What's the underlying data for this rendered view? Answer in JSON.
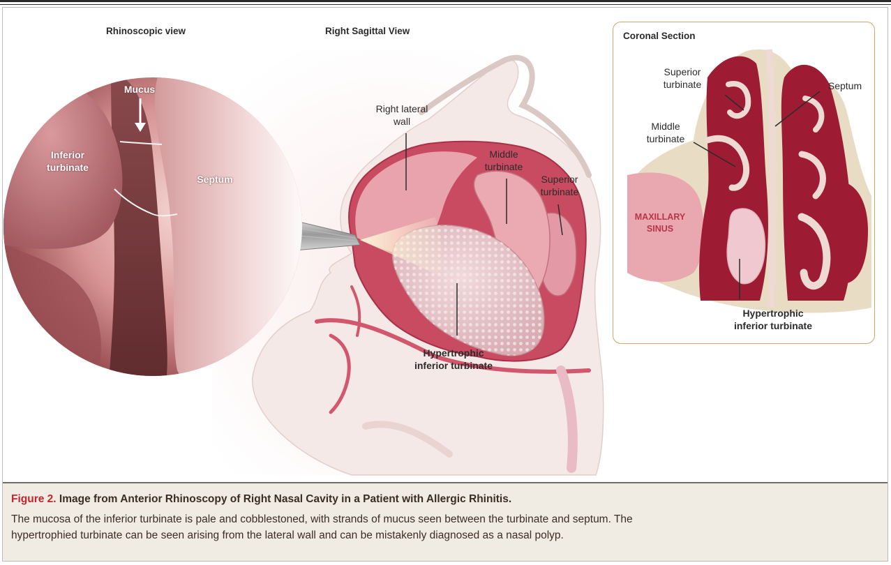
{
  "figure": {
    "title_number": "Figure 2.",
    "title_text": "Image from Anterior Rhinoscopy of Right Nasal Cavity in a Patient with Allergic Rhinitis.",
    "caption_line1": "The mucosa of the inferior turbinate is pale and cobblestoned, with strands of mucus seen between the turbinate and septum. The",
    "caption_line2": "hypertrophied turbinate can be seen arising from the lateral wall and can be mistakenly diagnosed as a nasal polyp."
  },
  "rhinoscopic": {
    "title": "Rhinoscopic view",
    "mucus": "Mucus",
    "inferior_1": "Inferior",
    "inferior_2": "turbinate",
    "septum": "Septum"
  },
  "sagittal": {
    "title": "Right Sagittal View",
    "lateral_1": "Right lateral",
    "lateral_2": "wall",
    "middle_1": "Middle",
    "middle_2": "turbinate",
    "superior_1": "Superior",
    "superior_2": "turbinate",
    "hyper_1": "Hypertrophic",
    "hyper_2": "inferior turbinate"
  },
  "coronal": {
    "title": "Coronal Section",
    "superior_1": "Superior",
    "superior_2": "turbinate",
    "septum": "Septum",
    "middle_1": "Middle",
    "middle_2": "turbinate",
    "maxillary_1": "MAXILLARY",
    "maxillary_2": "SINUS",
    "hyper_1": "Hypertrophic",
    "hyper_2": "inferior turbinate"
  },
  "colors": {
    "caption_bg": "#f1ece3",
    "figure_number": "#c4242b",
    "tissue_dark": "#8e1a2c",
    "tissue_pink": "#e8b3b8"
  }
}
